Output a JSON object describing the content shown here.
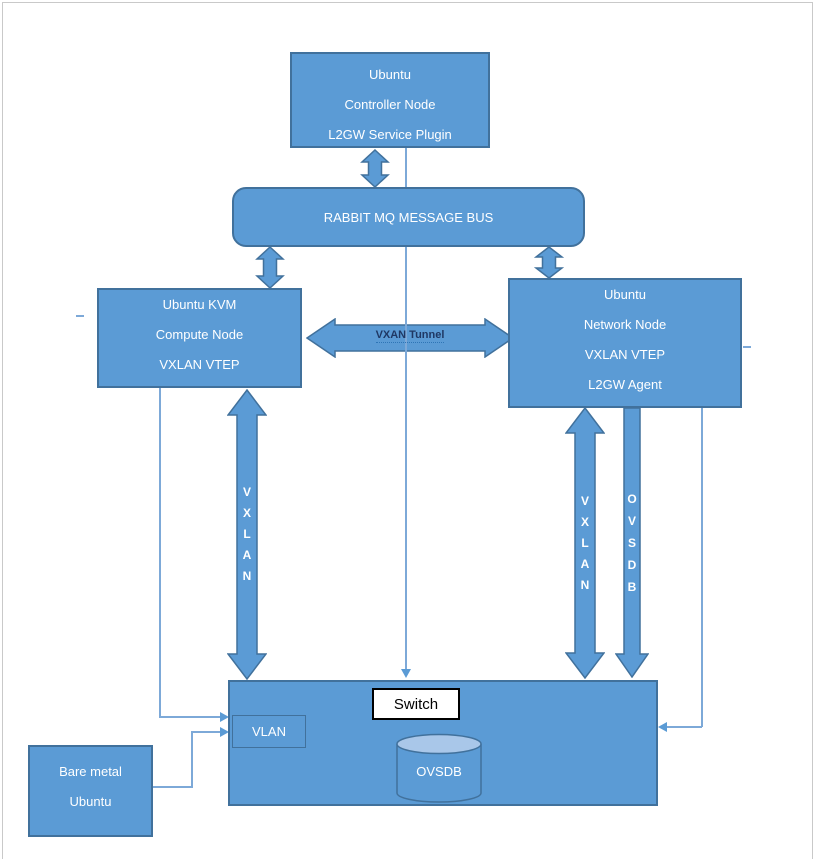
{
  "diagram": {
    "nodes": {
      "controller": {
        "lines": [
          "Ubuntu",
          "Controller Node",
          "L2GW Service Plugin"
        ]
      },
      "message_bus": {
        "label": "RABBIT MQ MESSAGE BUS"
      },
      "compute": {
        "lines": [
          "Ubuntu KVM",
          "Compute Node",
          "VXLAN VTEP"
        ]
      },
      "network": {
        "lines": [
          "Ubuntu",
          "Network Node",
          "VXLAN VTEP",
          "L2GW Agent"
        ]
      },
      "bare_metal": {
        "lines": [
          "Bare metal",
          "Ubuntu"
        ]
      },
      "switch": {
        "label": "Switch"
      },
      "vlan": {
        "label": "VLAN"
      },
      "ovsdb_store": {
        "label": "OVSDB"
      }
    },
    "links": {
      "vxlan_tunnel": {
        "label": "VXAN Tunnel"
      },
      "vxlan_left": {
        "label": "V\nX\nL\nA\nN"
      },
      "vxlan_right": {
        "label": "V\nX\nL\nA\nN"
      },
      "ovsdb_link": {
        "label": "O\nV\nS\nD\nB"
      }
    },
    "colors": {
      "node_fill": "#5b9bd5",
      "node_border": "#41719c",
      "connector": "#7da9d8",
      "arrow_fill": "#5b9bd5",
      "cylinder_top": "#a9c7e9",
      "tunnel_text": "#1f3864",
      "page_border": "#c9c9c9"
    }
  }
}
